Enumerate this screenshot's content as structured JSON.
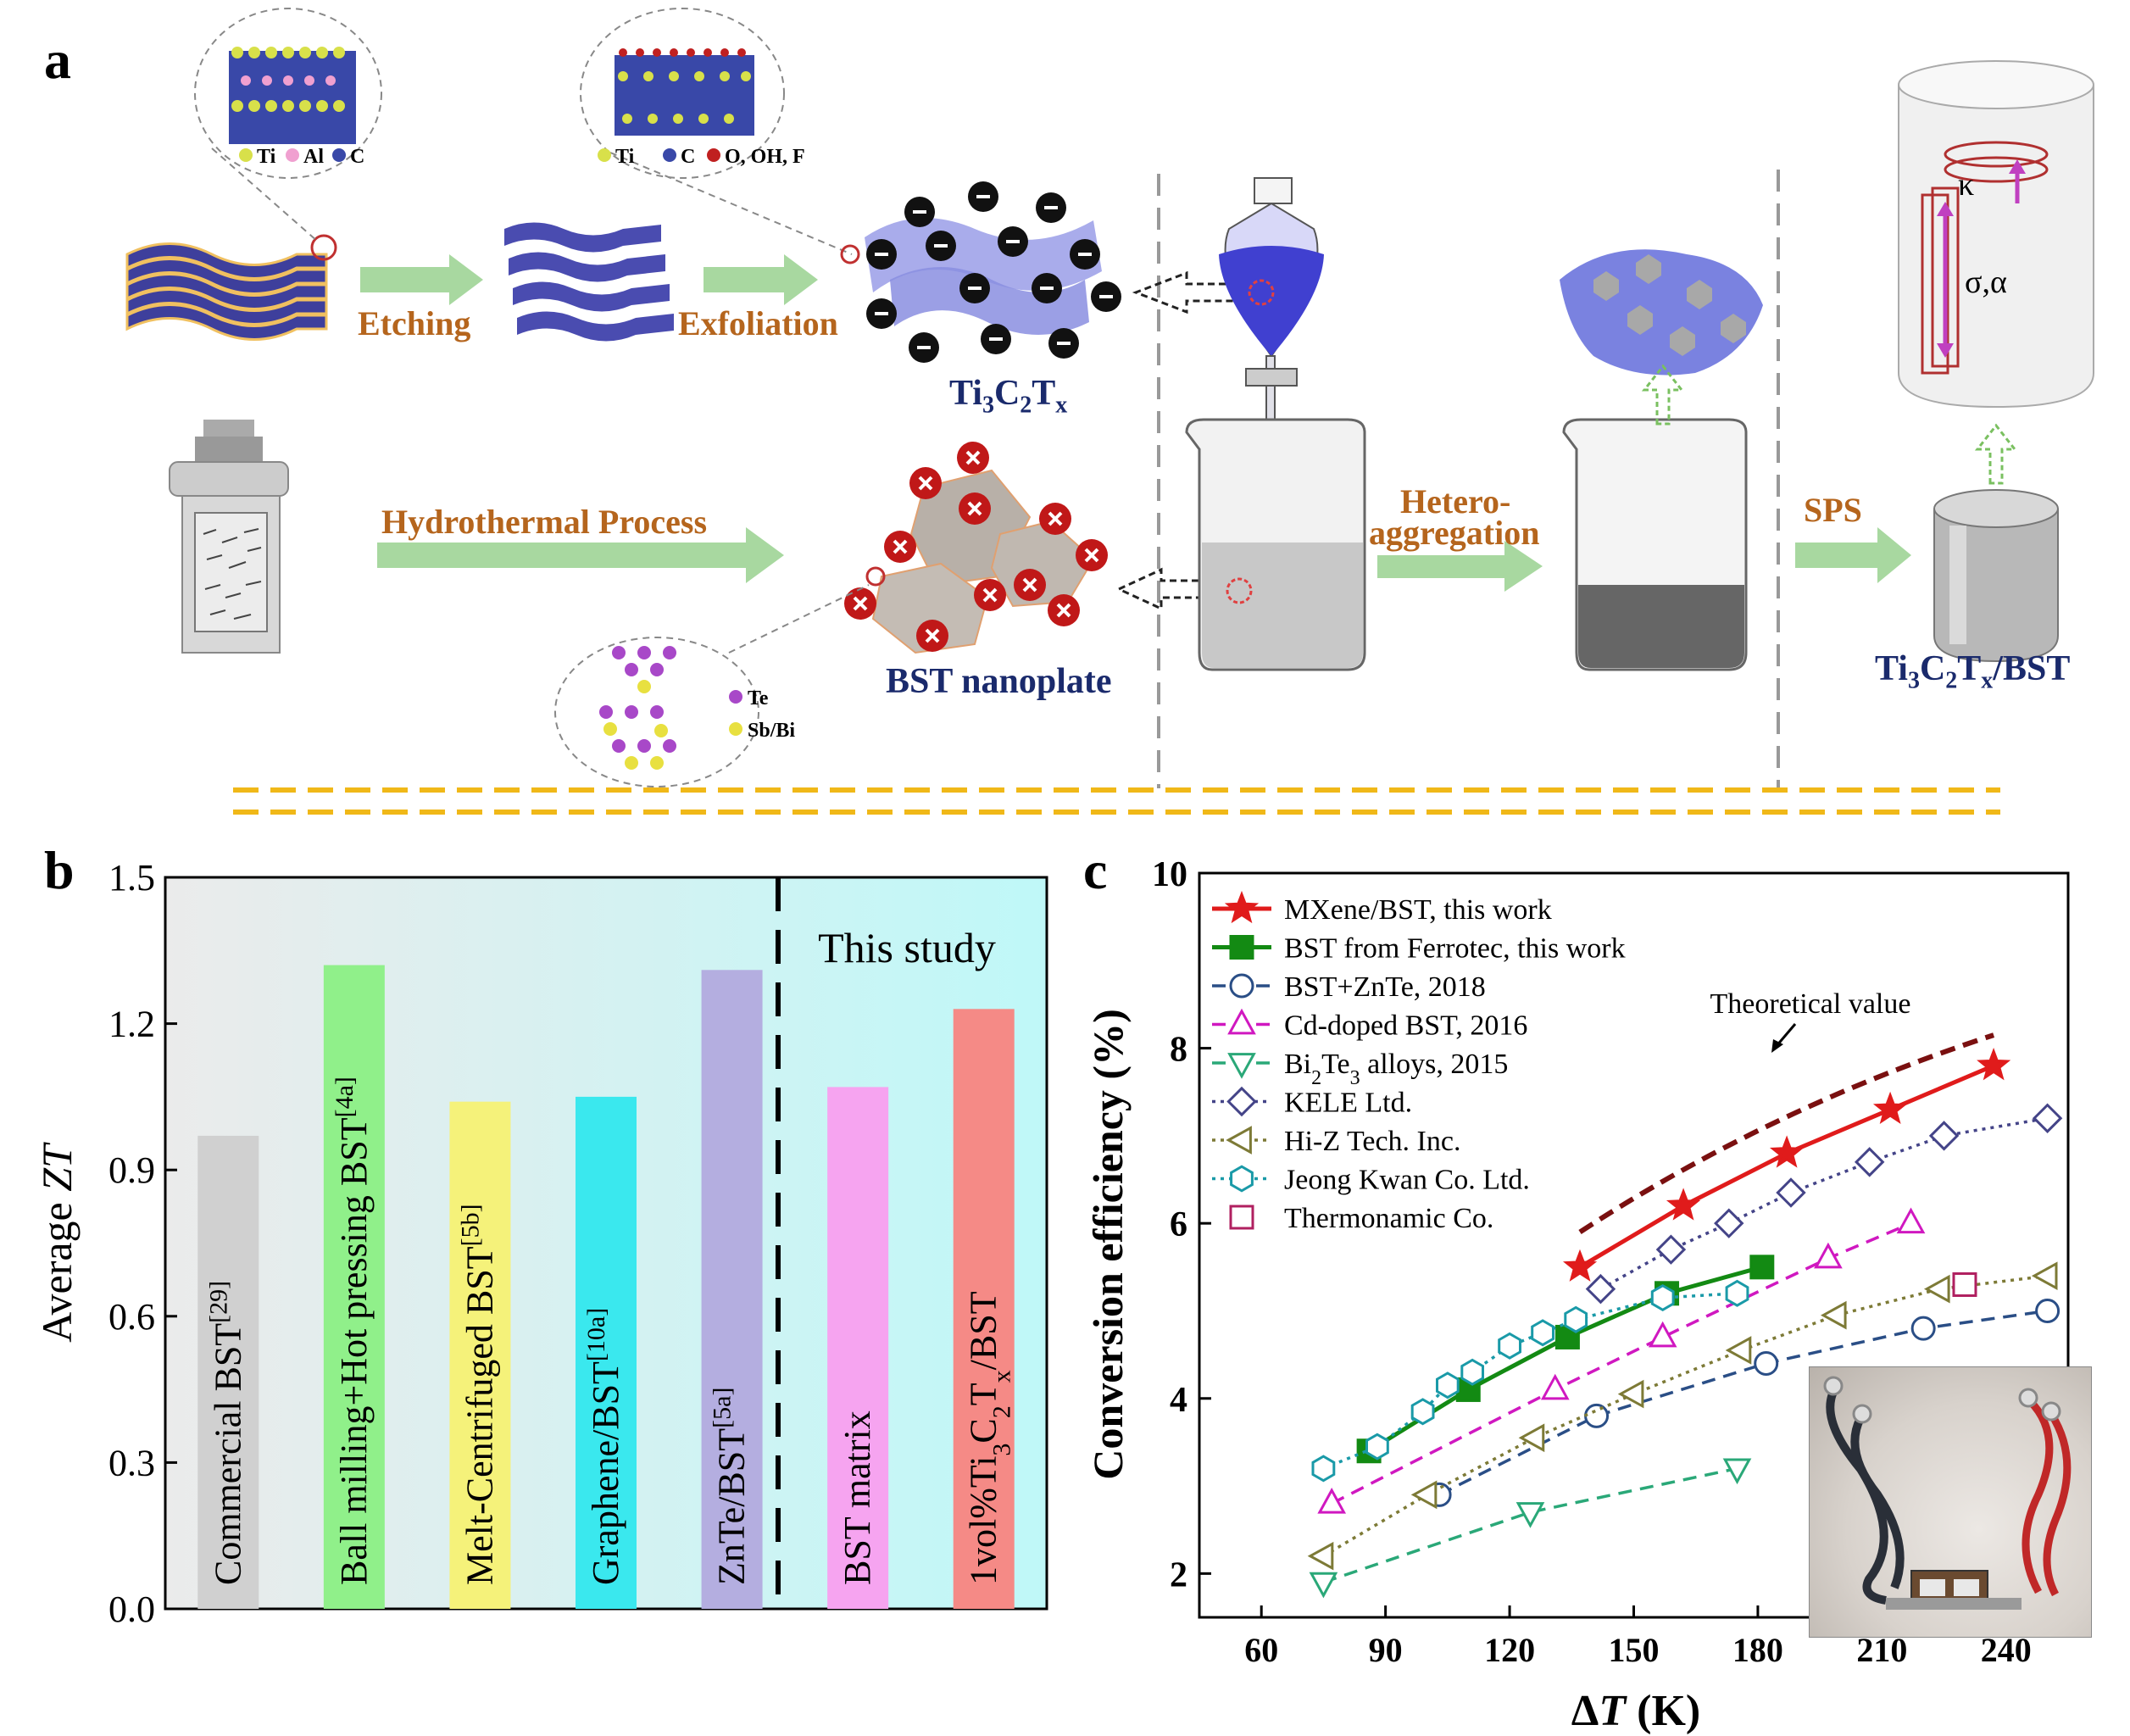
{
  "panel_a": {
    "letter": "a",
    "steps": {
      "etching": "Etching",
      "exfoliation": "Exfoliation",
      "hydrothermal": "Hydrothermal Process",
      "hetero": "Hetero-",
      "aggregation": "aggregation",
      "sps": "SPS"
    },
    "products": {
      "mxene": "Ti3C2Tx",
      "bst_nanoplate": "BST nanoplate",
      "composite": "Ti3C2Tx/BST"
    },
    "legend_max": [
      "Ti",
      "Al",
      "C"
    ],
    "legend_mxene": [
      "Ti",
      "C",
      "O, OH, F"
    ],
    "legend_bst": [
      "Te",
      "Sb/Bi"
    ],
    "pellet_symbols": [
      "κ",
      "σ,α"
    ]
  },
  "panel_b": {
    "letter": "b",
    "ylabel_prefix": "Average ",
    "ylabel_italic": "ZT",
    "yticks": [
      "0.0",
      "0.3",
      "0.6",
      "0.9",
      "1.2",
      "1.5"
    ],
    "this_study": "This study",
    "bar_labels": [
      "Commercial BST",
      "Ball milling+Hot pressing BST",
      "Melt-Centrifuged BST",
      "Graphene/BST",
      "ZnTe/BST",
      "BST matrix",
      "1vol%Ti3C2Tx/BST"
    ],
    "bar_refs": [
      "[29]",
      "[4a]",
      "[5b]",
      "[10a]",
      "[5a]",
      "",
      ""
    ]
  },
  "panel_c": {
    "letter": "c",
    "ylabel": "Conversion efficiency (%)",
    "xlabel_delta": "Δ",
    "xlabel_var": "T",
    "xlabel_unit": " (K)",
    "xticks": [
      "60",
      "90",
      "120",
      "150",
      "180",
      "210",
      "240"
    ],
    "yticks": [
      "2",
      "4",
      "6",
      "8",
      "10"
    ],
    "annotation": "Theoretical value",
    "legend": [
      "MXene/BST, this work",
      "BST from Ferrotec, this work",
      "BST+ZnTe, 2018",
      "Cd-doped BST, 2016",
      "Bi2Te3 alloys, 2015",
      "KELE Ltd.",
      "Hi-Z Tech. Inc.",
      "Jeong Kwan Co. Ltd.",
      "Thermonamic Co."
    ]
  },
  "chart_data": [
    {
      "type": "bar",
      "ylabel": "Average ZT",
      "ylim": [
        0,
        1.5
      ],
      "categories": [
        "Commercial BST [29]",
        "Ball milling+Hot pressing BST [4a]",
        "Melt-Centrifuged BST [5b]",
        "Graphene/BST [10a]",
        "ZnTe/BST [5a]",
        "BST matrix",
        "1vol%Ti3C2Tx/BST"
      ],
      "values": [
        0.97,
        1.32,
        1.04,
        1.05,
        1.31,
        1.07,
        1.23
      ],
      "colors": [
        "#d0d0d0",
        "#90f08a",
        "#f5f27a",
        "#3ae8ee",
        "#b4aee0",
        "#f6a4f0",
        "#f58a86"
      ]
    },
    {
      "type": "line",
      "xlabel": "ΔT (K)",
      "ylabel": "Conversion efficiency (%)",
      "xlim": [
        45,
        255
      ],
      "ylim": [
        1.5,
        10
      ],
      "series": [
        {
          "name": "MXene/BST, this work",
          "color": "#e01b1b",
          "marker": "star",
          "line": "solid",
          "x": [
            137,
            162,
            187,
            212,
            237
          ],
          "y": [
            5.5,
            6.2,
            6.8,
            7.3,
            7.8
          ]
        },
        {
          "name": "BST from Ferrotec, this work",
          "color": "#138a13",
          "marker": "square",
          "line": "solid",
          "x": [
            86,
            110,
            134,
            158,
            181
          ],
          "y": [
            3.4,
            4.1,
            4.7,
            5.2,
            5.5
          ]
        },
        {
          "name": "BST+ZnTe, 2018",
          "color": "#2a4e86",
          "marker": "circle",
          "line": "dashed",
          "x": [
            103,
            141,
            182,
            220,
            250
          ],
          "y": [
            2.9,
            3.8,
            4.4,
            4.8,
            5.0
          ]
        },
        {
          "name": "Cd-doped BST, 2016",
          "color": "#d018c0",
          "marker": "triangle-up",
          "line": "dashed",
          "x": [
            77,
            131,
            157,
            197,
            217
          ],
          "y": [
            2.8,
            4.1,
            4.7,
            5.6,
            6.0
          ]
        },
        {
          "name": "Bi2Te3 alloys, 2015",
          "color": "#2aa878",
          "marker": "triangle-down",
          "line": "dashed",
          "x": [
            75,
            125,
            175
          ],
          "y": [
            1.9,
            2.7,
            3.2
          ]
        },
        {
          "name": "KELE Ltd.",
          "color": "#444488",
          "marker": "diamond",
          "line": "dotted",
          "x": [
            142,
            159,
            173,
            188,
            207,
            225,
            250
          ],
          "y": [
            5.25,
            5.7,
            6.0,
            6.35,
            6.7,
            7.0,
            7.2
          ]
        },
        {
          "name": "Hi-Z Tech. Inc.",
          "color": "#7d7a36",
          "marker": "triangle-left",
          "line": "dotted",
          "x": [
            75,
            100,
            126,
            150,
            176,
            199,
            224,
            250
          ],
          "y": [
            2.2,
            2.9,
            3.55,
            4.05,
            4.55,
            4.95,
            5.25,
            5.4
          ]
        },
        {
          "name": "Jeong Kwan Co. Ltd.",
          "color": "#1a9aa8",
          "marker": "hexagon",
          "line": "dotted",
          "x": [
            75,
            88,
            99,
            105,
            111,
            120,
            128,
            136,
            157,
            175
          ],
          "y": [
            3.2,
            3.45,
            3.85,
            4.15,
            4.3,
            4.6,
            4.75,
            4.9,
            5.15,
            5.2
          ]
        },
        {
          "name": "Thermonamic Co.",
          "color": "#b02060",
          "marker": "square-open",
          "line": "none",
          "x": [
            230
          ],
          "y": [
            5.3
          ]
        }
      ],
      "annotations": [
        {
          "text": "Theoretical value",
          "x": [
            137,
            237
          ],
          "y": [
            5.9,
            8.15
          ]
        }
      ]
    }
  ]
}
